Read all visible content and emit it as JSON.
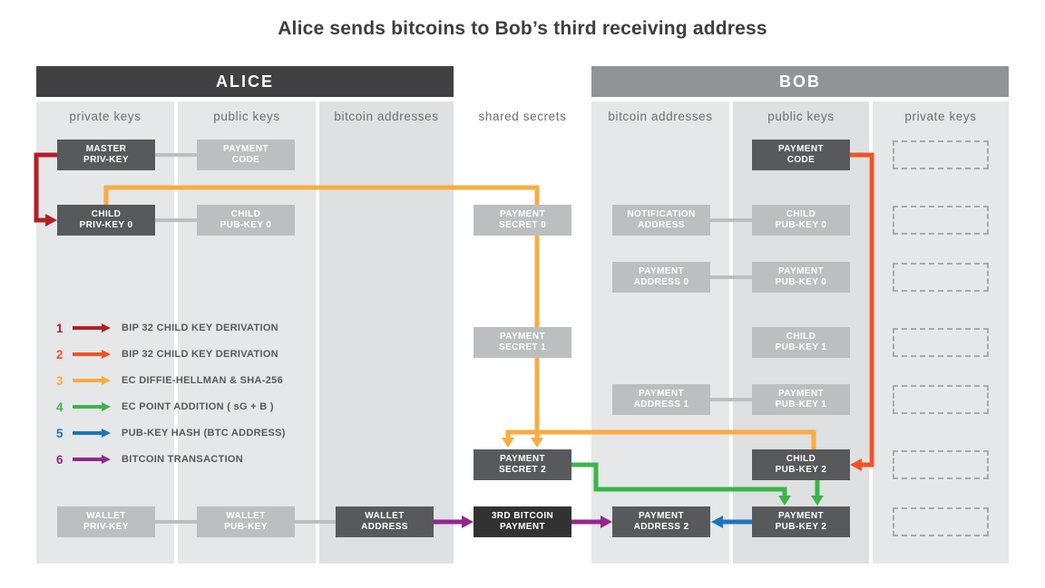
{
  "title": "Alice sends bitcoins to Bob’s third receiving address",
  "alice": {
    "header": "ALICE",
    "columns": [
      "private keys",
      "public keys",
      "bitcoin addresses"
    ]
  },
  "bob": {
    "header": "BOB",
    "columns": [
      "bitcoin addresses",
      "public keys",
      "private keys"
    ]
  },
  "shared": {
    "column": "shared secrets"
  },
  "boxes": {
    "master_priv": {
      "l1": "MASTER",
      "l2": "PRIV-KEY"
    },
    "alice_payment_code": {
      "l1": "PAYMENT",
      "l2": "CODE"
    },
    "child_priv_0": {
      "l1": "CHILD",
      "l2": "PRIV-KEY 0"
    },
    "alice_child_pub_0": {
      "l1": "CHILD",
      "l2": "PUB-KEY 0"
    },
    "wallet_priv": {
      "l1": "WALLET",
      "l2": "PRIV-KEY"
    },
    "wallet_pub": {
      "l1": "WALLET",
      "l2": "PUB-KEY"
    },
    "wallet_address": {
      "l1": "WALLET",
      "l2": "ADDRESS"
    },
    "payment_secret_0": {
      "l1": "PAYMENT",
      "l2": "SECRET 0"
    },
    "payment_secret_1": {
      "l1": "PAYMENT",
      "l2": "SECRET 1"
    },
    "payment_secret_2": {
      "l1": "PAYMENT",
      "l2": "SECRET 2"
    },
    "third_payment": {
      "l1": "3RD BITCOIN",
      "l2": "PAYMENT"
    },
    "bob_payment_code": {
      "l1": "PAYMENT",
      "l2": "CODE"
    },
    "notification_address": {
      "l1": "NOTIFICATION",
      "l2": "ADDRESS"
    },
    "bob_child_pub_0": {
      "l1": "CHILD",
      "l2": "PUB-KEY 0"
    },
    "payment_address_0": {
      "l1": "PAYMENT",
      "l2": "ADDRESS 0"
    },
    "payment_pub_0": {
      "l1": "PAYMENT",
      "l2": "PUB-KEY 0"
    },
    "bob_child_pub_1": {
      "l1": "CHILD",
      "l2": "PUB-KEY 1"
    },
    "payment_address_1": {
      "l1": "PAYMENT",
      "l2": "ADDRESS 1"
    },
    "payment_pub_1": {
      "l1": "PAYMENT",
      "l2": "PUB-KEY 1"
    },
    "bob_child_pub_2": {
      "l1": "CHILD",
      "l2": "PUB-KEY 2"
    },
    "payment_address_2": {
      "l1": "PAYMENT",
      "l2": "ADDRESS 2"
    },
    "payment_pub_2": {
      "l1": "PAYMENT",
      "l2": "PUB-KEY 2"
    }
  },
  "legend": [
    {
      "num": "1",
      "color": "#b31f28",
      "label": "BIP 32 CHILD KEY DERIVATION"
    },
    {
      "num": "2",
      "color": "#f05323",
      "label": "BIP 32 CHILD KEY DERIVATION"
    },
    {
      "num": "3",
      "color": "#fbab40",
      "label": "EC DIFFIE-HELLMAN & SHA-256"
    },
    {
      "num": "4",
      "color": "#3bb54a",
      "label": "EC POINT ADDITION ( sG + B )"
    },
    {
      "num": "5",
      "color": "#1b75bc",
      "label": "PUB-KEY HASH (BTC ADDRESS)"
    },
    {
      "num": "6",
      "color": "#93278f",
      "label": "BITCOIN TRANSACTION"
    }
  ],
  "colors": {
    "arrow1": "#b31f28",
    "arrow2": "#f05323",
    "arrow3": "#fbab40",
    "arrow4": "#3bb54a",
    "arrow5": "#1b75bc",
    "arrow6": "#93278f",
    "connector": "#bcbec0",
    "header_alice": "#414042",
    "header_bob": "#919396",
    "box_dark": "#58595b",
    "box_light": "#bcbec0",
    "box_black": "#333233",
    "panel_light": "#e6e7e8",
    "panel_dark": "#dfe0e2",
    "dashed_border": "#a7a9ac",
    "label_text": "#6d6e71",
    "title_text": "#3e3e3f"
  }
}
